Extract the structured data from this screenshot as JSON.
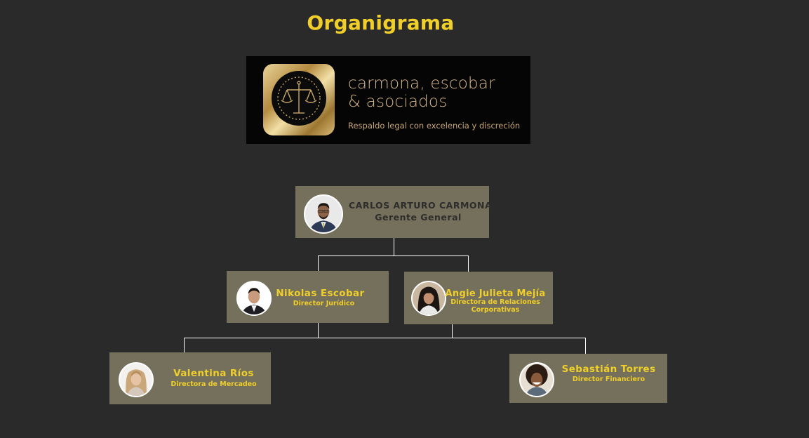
{
  "page": {
    "title": "Organigrama"
  },
  "logo": {
    "company_name": "carmona, escobar\n& asociados",
    "tagline": "Respaldo legal con excelencia y discreción",
    "icon": "scales-of-justice-icon"
  },
  "colors": {
    "background": "#2b2a2b",
    "accent": "#f0cf2a",
    "card": "#75705b",
    "connector": "#ffffff"
  },
  "org": {
    "ceo": {
      "name": "CARLOS ARTURO CARMONA",
      "role": "Gerente General"
    },
    "managers": [
      {
        "name": "Nikolas Escobar",
        "role": "Director Jurídico"
      },
      {
        "name": "Angie Julieta Mejía",
        "role": "Directora de Relaciones Corporativas"
      }
    ],
    "staff": [
      {
        "name": "Valentina Ríos",
        "role": "Directora de Mercadeo"
      },
      {
        "name": "Sebastián Torres",
        "role": "Director Financiero"
      }
    ]
  }
}
